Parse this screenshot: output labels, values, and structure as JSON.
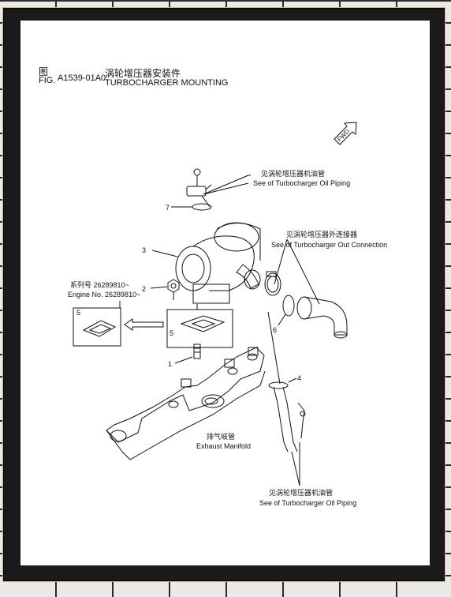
{
  "figure": {
    "prefix_cn": "图",
    "prefix_en": "FIG.",
    "number": "A1539-01A0",
    "title_cn": "涡轮增压器安装件",
    "title_en": "TURBOCHARGER MOUNTING"
  },
  "fwd_label": "FWD",
  "callouts": {
    "oil_piping_top_cn": "见涡轮增压器机油管",
    "oil_piping_top_en": "See of Turbocharger Oil Piping",
    "out_conn_cn": "见涡轮增压器外连接器",
    "out_conn_en": "See of Turbocharger Out Connection",
    "engine_cn": "系列号 26289810~",
    "engine_en": "Engine No. 26289810~",
    "manifold_cn": "排气岐管",
    "manifold_en": "Exhaust Manifold",
    "oil_piping_bottom_cn": "见涡轮增压器机油管",
    "oil_piping_bottom_en": "See of Turbocharger Oil Piping"
  },
  "part_numbers": [
    "1",
    "2",
    "3",
    "4",
    "5",
    "5",
    "6",
    "7"
  ],
  "colors": {
    "line": "#111111",
    "frame_gold": "#d4b978"
  }
}
